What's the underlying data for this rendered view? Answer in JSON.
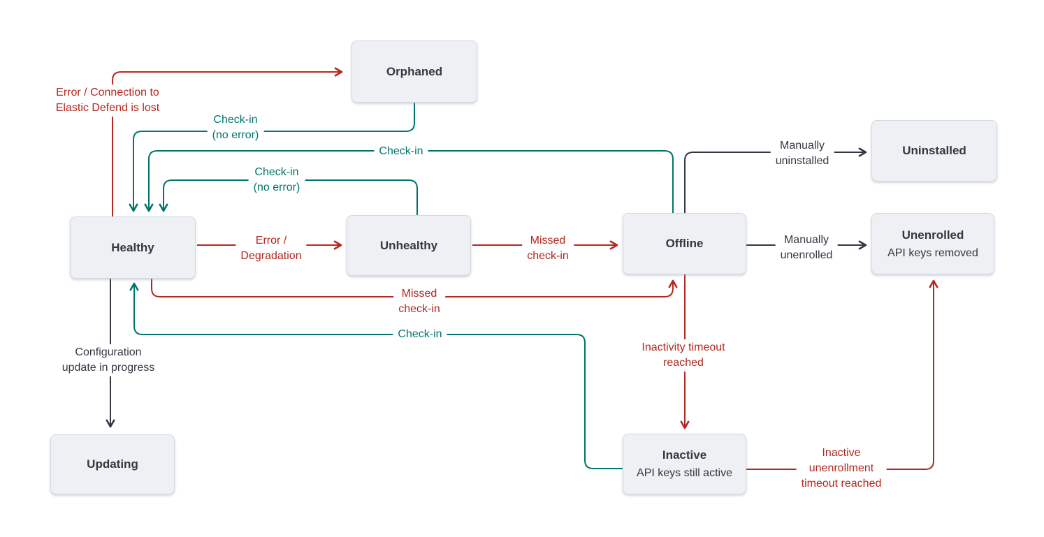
{
  "colors": {
    "red": "#b4271e",
    "teal": "#00756b",
    "dark": "#343741",
    "box_bg": "#eef0f3",
    "box_border": "#d3dae6",
    "text": "#343741"
  },
  "nodes": {
    "orphaned": {
      "title": "Orphaned"
    },
    "uninstalled": {
      "title": "Uninstalled"
    },
    "healthy": {
      "title": "Healthy"
    },
    "unhealthy": {
      "title": "Unhealthy"
    },
    "offline": {
      "title": "Offline"
    },
    "unenrolled": {
      "title": "Unenrolled",
      "subtitle": "API keys removed"
    },
    "updating": {
      "title": "Updating"
    },
    "inactive": {
      "title": "Inactive",
      "subtitle": "API keys still active"
    }
  },
  "edge_labels": {
    "error_connection": "Error / Connection to\nElastic Defend is lost",
    "checkin_no_error_orphaned": "Check-in\n(no error)",
    "checkin_offline": "Check-in",
    "checkin_no_error_unhealthy": "Check-in\n(no error)",
    "error_degradation": "Error /\nDegradation",
    "missed_checkin_unhealthy": "Missed\ncheck-in",
    "manually_uninstalled": "Manually\nuninstalled",
    "manually_unenrolled": "Manually\nunenrolled",
    "missed_checkin_healthy": "Missed\ncheck-in",
    "checkin_inactive": "Check-in",
    "configuration_update": "Configuration\nupdate in progress",
    "inactivity_timeout": "Inactivity timeout\nreached",
    "inactive_unenrollment": "Inactive\nunenrollment\ntimeout reached"
  }
}
